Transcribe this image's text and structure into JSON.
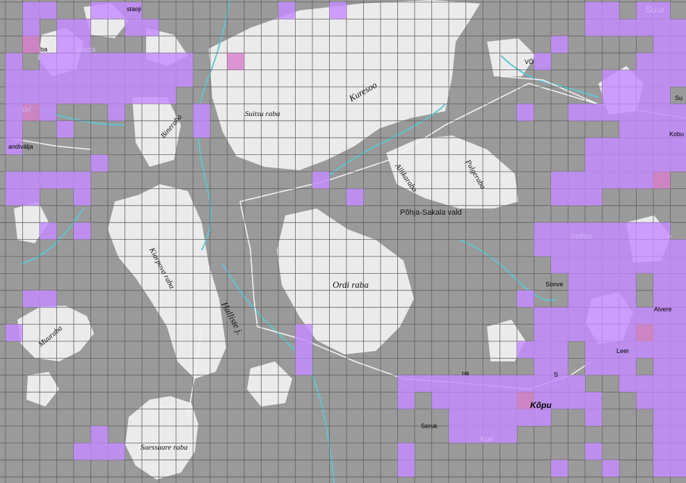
{
  "map": {
    "colors": {
      "forest": "#9a9a9a",
      "bog": "#ebebeb",
      "grid": "#5f5f5f",
      "water": "#5ec6d2",
      "road": "#f4f4f4",
      "cell": "#c58bff",
      "cell_dark": "#d77fcb"
    },
    "labels": {
      "staoji": "staoji",
      "ba": "ba",
      "mada": "Mada",
      "ori": "ori",
      "andivalja": "andivälja",
      "bineraba": "Bineraba",
      "suitsu_raba": "Suitsu raba",
      "kuresoo": "Kuresoo",
      "vo": "VÖ",
      "suur": "Suur",
      "su": "Su",
      "kobu": "Kobu",
      "allikaraba": "Allikaraba",
      "pulgeraba": "Pulgeraba",
      "pohja_sakala": "Põhja-Sakala vald",
      "kiarpova_raba": "Kiarpova raba",
      "ordi_raba": "Ordi raba",
      "halliste": "Halliste j.",
      "muraraba": "Muuraba",
      "sonve": "Sonve",
      "alvere": "Alvere",
      "leer": "Leer",
      "kopu": "Kõpu",
      "na": "na",
      "sc": "S",
      "seruk": "Seruk",
      "saessaare_raba": "Saessaare raba",
      "suitsu_village": "Suitsu",
      "kuri": "Kuri"
    }
  }
}
